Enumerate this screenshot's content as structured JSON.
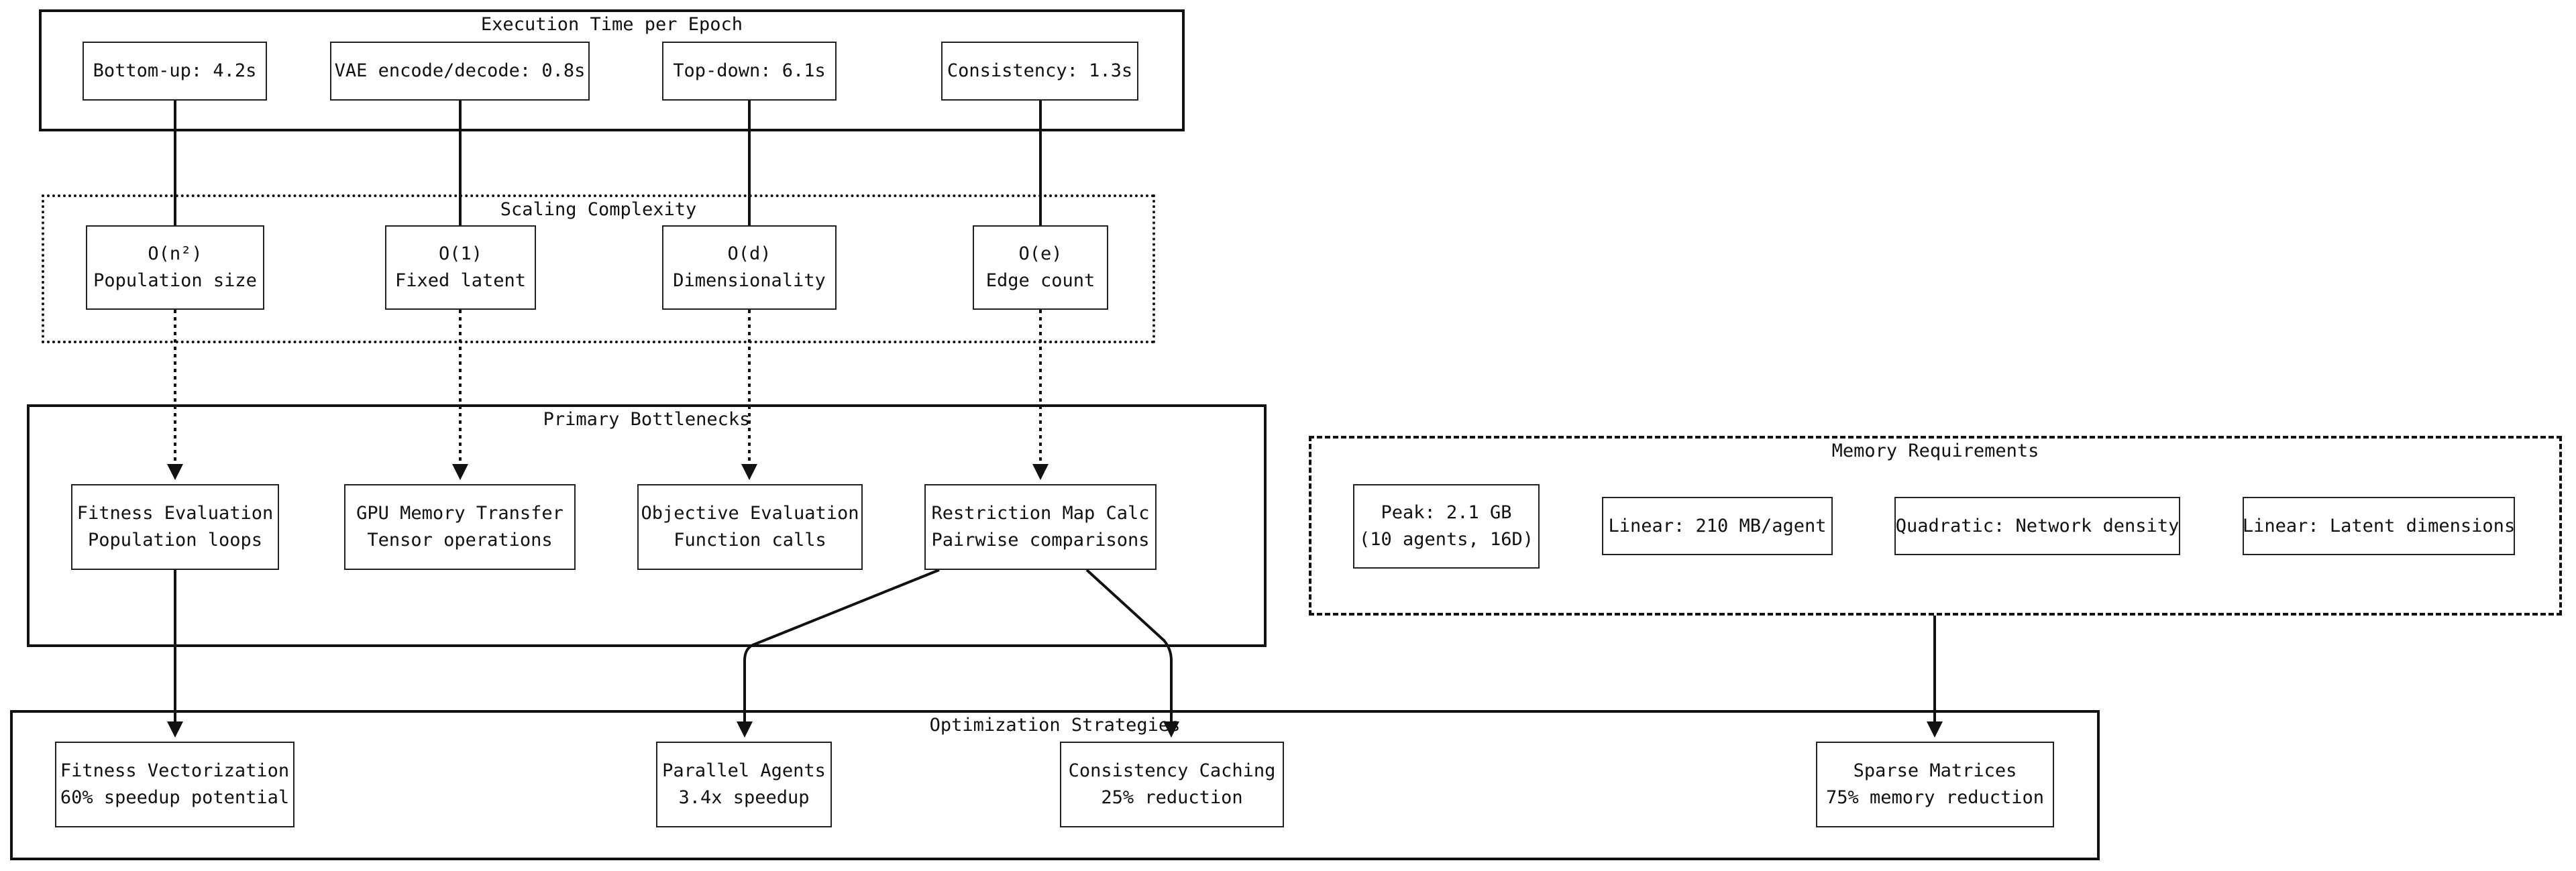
{
  "groups": {
    "execution": {
      "title": "Execution Time per Epoch",
      "nodes": [
        "Bottom-up: 4.2s",
        "VAE encode/decode: 0.8s",
        "Top-down: 6.1s",
        "Consistency: 1.3s"
      ]
    },
    "scaling": {
      "title": "Scaling Complexity",
      "nodes": [
        [
          "O(n²)",
          "Population size"
        ],
        [
          "O(1)",
          "Fixed latent"
        ],
        [
          "O(d)",
          "Dimensionality"
        ],
        [
          "O(e)",
          "Edge count"
        ]
      ]
    },
    "bottlenecks": {
      "title": "Primary Bottlenecks",
      "nodes": [
        [
          "Fitness Evaluation",
          "Population loops"
        ],
        [
          "GPU Memory Transfer",
          "Tensor operations"
        ],
        [
          "Objective Evaluation",
          "Function calls"
        ],
        [
          "Restriction Map Calc",
          "Pairwise comparisons"
        ]
      ]
    },
    "memory": {
      "title": "Memory Requirements",
      "nodes": [
        [
          "Peak: 2.1 GB",
          "(10 agents, 16D)"
        ],
        "Linear: 210 MB/agent",
        "Quadratic: Network density",
        "Linear: Latent dimensions"
      ]
    },
    "optimization": {
      "title": "Optimization Strategies",
      "nodes": [
        [
          "Fitness Vectorization",
          "60% speedup potential"
        ],
        [
          "Parallel Agents",
          "3.4x speedup"
        ],
        [
          "Consistency Caching",
          "25% reduction"
        ],
        [
          "Sparse Matrices",
          "75% memory reduction"
        ]
      ]
    }
  },
  "edges": [
    {
      "from": "Bottom-up: 4.2s",
      "to": "O(n²)",
      "style": "solid"
    },
    {
      "from": "VAE encode/decode: 0.8s",
      "to": "O(1)",
      "style": "solid"
    },
    {
      "from": "Top-down: 6.1s",
      "to": "O(d)",
      "style": "solid"
    },
    {
      "from": "Consistency: 1.3s",
      "to": "O(e)",
      "style": "solid"
    },
    {
      "from": "O(n²)",
      "to": "Fitness Evaluation",
      "style": "dotted",
      "arrow": true
    },
    {
      "from": "O(1)",
      "to": "GPU Memory Transfer",
      "style": "dotted",
      "arrow": true
    },
    {
      "from": "O(d)",
      "to": "Objective Evaluation",
      "style": "dotted",
      "arrow": true
    },
    {
      "from": "O(e)",
      "to": "Restriction Map Calc",
      "style": "dotted",
      "arrow": true
    },
    {
      "from": "Fitness Evaluation",
      "to": "Fitness Vectorization",
      "style": "solid",
      "arrow": true
    },
    {
      "from": "Restriction Map Calc",
      "to": "Parallel Agents",
      "style": "solid",
      "arrow": true
    },
    {
      "from": "Restriction Map Calc",
      "to": "Consistency Caching",
      "style": "solid",
      "arrow": true
    },
    {
      "from": "Memory Requirements",
      "to": "Sparse Matrices",
      "style": "solid",
      "arrow": true
    }
  ]
}
